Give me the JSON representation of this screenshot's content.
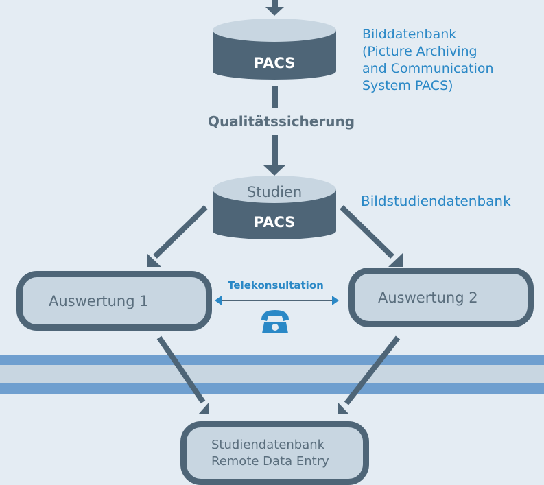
{
  "pacs_top": {
    "label": "PACS",
    "description": "Bilddatenbank\n(Picture Archiving\nand Communication\nSystem PACS)"
  },
  "qa_label": "Qualitätssicherung",
  "pacs_studien": {
    "top_label": "Studien",
    "bottom_label": "PACS",
    "description": "Bildstudiendatenbank"
  },
  "eval1": "Auswertung 1",
  "eval2": "Auswertung 2",
  "teleconsult": "Telekonsultation",
  "final_box": "Studiendatenbank\nRemote Data Entry",
  "colors": {
    "dark": "#4e6577",
    "light": "#c8d6e1",
    "blue": "#2a88c6",
    "stripe": "#6f9fcf",
    "background": "#e4ecf3"
  },
  "icons": [
    "telephone-icon"
  ]
}
